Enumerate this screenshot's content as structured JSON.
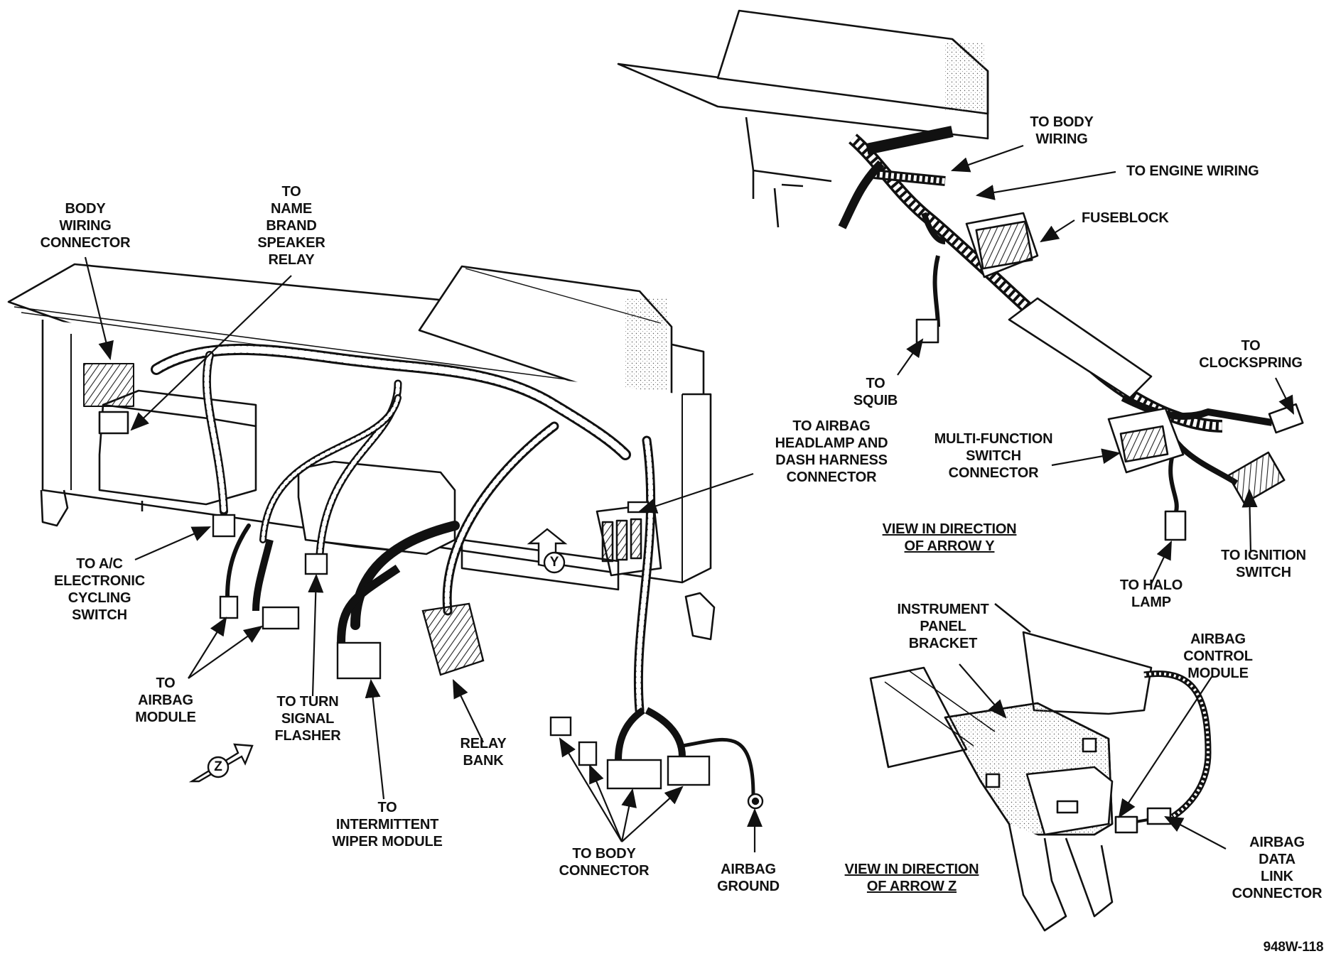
{
  "labels": {
    "body_wiring_connector": "BODY\nWIRING\nCONNECTOR",
    "to_name_brand_speaker_relay": "TO\nNAME\nBRAND\nSPEAKER\nRELAY",
    "to_body_wiring": "TO BODY\nWIRING",
    "to_engine_wiring": "TO ENGINE WIRING",
    "fuseblock": "FUSEBLOCK",
    "to_squib": "TO\nSQUIB",
    "to_clockspring": "TO\nCLOCKSPRING",
    "multi_function_switch_connector": "MULTI-FUNCTION\nSWITCH\nCONNECTOR",
    "to_airbag_headlamp_dash_harness": "TO AIRBAG\nHEADLAMP AND\nDASH HARNESS\nCONNECTOR",
    "view_arrow_y": "VIEW IN DIRECTION\nOF ARROW Y",
    "to_ignition_switch": "TO IGNITION\nSWITCH",
    "to_halo_lamp": "TO HALO\nLAMP",
    "to_ac_cycling_switch": "TO A/C\nELECTRONIC\nCYCLING\nSWITCH",
    "to_airbag_module": "TO\nAIRBAG\nMODULE",
    "to_turn_signal_flasher": "TO TURN\nSIGNAL\nFLASHER",
    "relay_bank": "RELAY\nBANK",
    "to_intermittent_wiper_module": "TO\nINTERMITTENT\nWIPER MODULE",
    "to_body_connector": "TO BODY\nCONNECTOR",
    "airbag_ground": "AIRBAG\nGROUND",
    "instrument_panel_bracket": "INSTRUMENT\nPANEL\nBRACKET",
    "airbag_control_module": "AIRBAG\nCONTROL\nMODULE",
    "airbag_data_link_connector": "AIRBAG\nDATA\nLINK\nCONNECTOR",
    "view_arrow_z": "VIEW IN DIRECTION\nOF ARROW Z",
    "figure_id": "948W-118",
    "arrow_y_letter": "Y",
    "arrow_z_letter": "Z"
  }
}
